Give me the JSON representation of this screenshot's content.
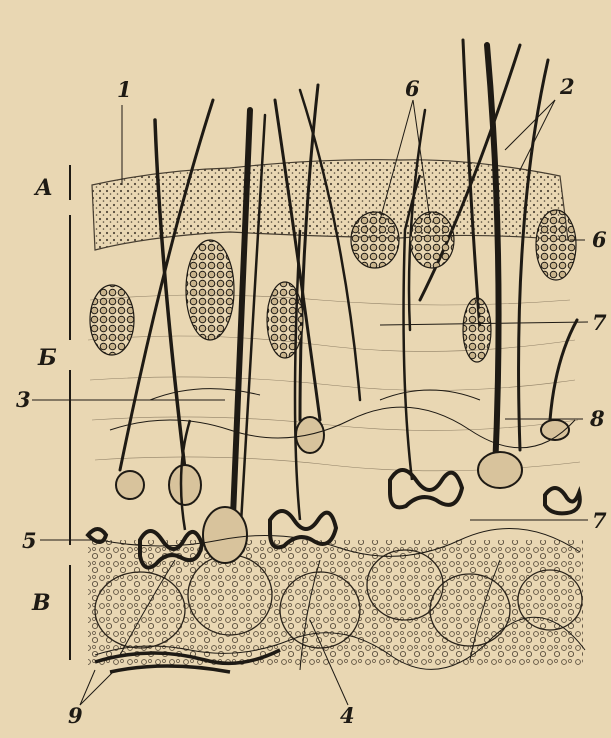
{
  "labels": {
    "A": "А",
    "B": "Б",
    "V": "В",
    "n1": "1",
    "n2": "2",
    "n3": "3",
    "n4": "4",
    "n5": "5",
    "n6a": "6",
    "n6b": "6",
    "n7a": "7",
    "n7b": "7",
    "n8": "8",
    "n9": "9"
  },
  "colors": {
    "paper": "#e9d7b3",
    "ink": "#1e1a14"
  }
}
